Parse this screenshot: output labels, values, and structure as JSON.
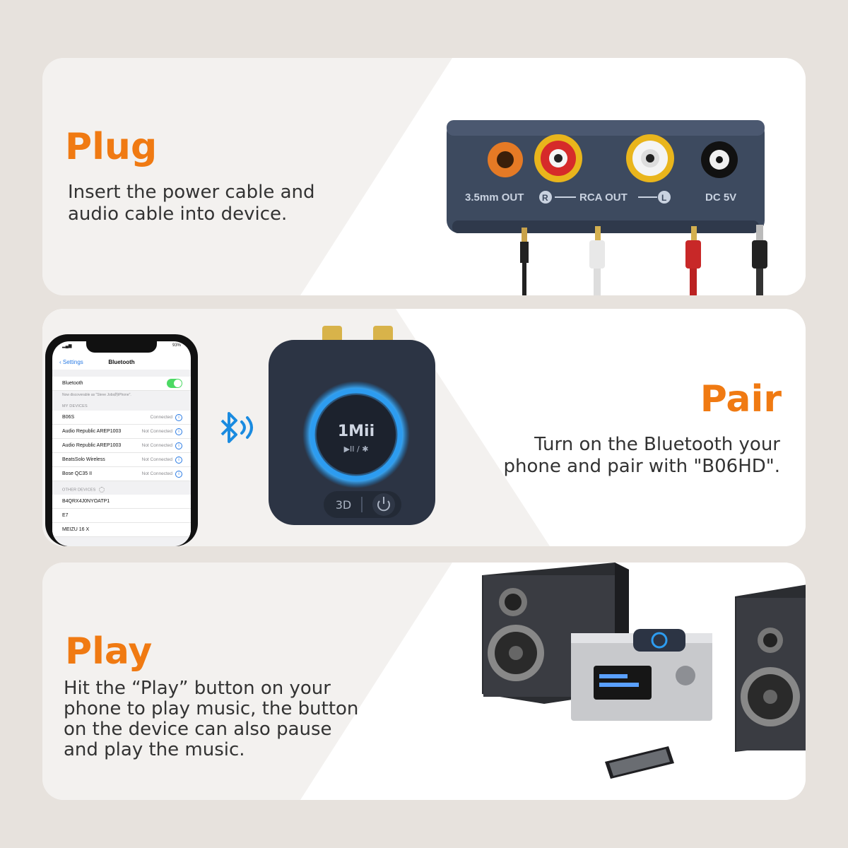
{
  "steps": {
    "plug": {
      "heading": "Plug",
      "lines": [
        "Insert the power cable and",
        "audio cable into device."
      ]
    },
    "pair": {
      "heading": "Pair",
      "lines": [
        "Turn on the Bluetooth your",
        "phone and pair with \"B06HD\"."
      ]
    },
    "play": {
      "heading": "Play",
      "lines": [
        "Hit the “Play” button on your",
        "phone to play music, the button",
        "on the device can also pause",
        "and play the music."
      ]
    }
  },
  "device_ports": {
    "out_35": "3.5mm OUT",
    "r": "R",
    "rca_out": "RCA OUT",
    "l": "L",
    "dc": "DC 5V"
  },
  "receiver": {
    "logo": "1Mii",
    "btn_3d": "3D"
  },
  "phone": {
    "status_right": "93%",
    "back_label": "Settings",
    "title": "Bluetooth",
    "bt_row": "Bluetooth",
    "discoverable": "Now discoverable as \"Steve Jobs的iPhone\".",
    "my_devices": "MY DEVICES",
    "devices": [
      {
        "name": "B06S",
        "status": "Connected"
      },
      {
        "name": "Audio Republic AREP1003",
        "status": "Not Connected"
      },
      {
        "name": "Audio Republic AREP1003",
        "status": "Not Connected"
      },
      {
        "name": "BeatsSolo Wireless",
        "status": "Not Connected"
      },
      {
        "name": "Bose QC35 II",
        "status": "Not Connected"
      }
    ],
    "other_devices": "OTHER DEVICES",
    "others": [
      "B4QRX4J0NYOATP1",
      "E7",
      "MEIZU 16 X"
    ]
  },
  "colors": {
    "accent": "#f07a12",
    "panel": "#f3f1ef",
    "panel_alt": "#ffffff",
    "background": "#e7e2dd",
    "bluetooth": "#1a8be0"
  }
}
